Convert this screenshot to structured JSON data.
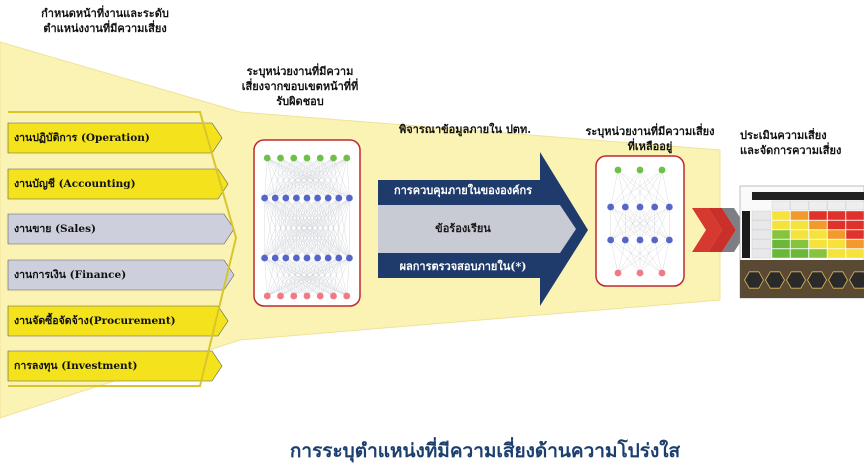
{
  "labels": {
    "top_left": "กำหนดหน้าที่งานและระดับ\nตำแหน่งงานที่มีความเสี่ยง",
    "step1": "ระบุหน่วยงานที่มีความ\nเสี่ยงจากขอบเขตหน้าที่ที่\nรับผิดชอบ",
    "step2": "พิจารณาข้อมูลภายใน ปตท.",
    "step3": "ระบุหน่วยงานที่มีความเสี่ยง\nที่เหลืออยู่",
    "step4": "ประเมินความเสี่ยง\nและจัดการความเสี่ยง"
  },
  "departments": [
    "งานปฏิบัติการ (Operation)",
    "งานบัญชี (Accounting)",
    "งานขาย (Sales)",
    "งานการเงิน (Finance)",
    "งานจัดซื้อจัดจ้าง(Procurement)",
    "การลงทุน (Investment)"
  ],
  "inputs": [
    "การควบคุมภายในขององค์กร",
    "ข้อร้องเรียน",
    "ผลการตรวจสอบภายใน(*)"
  ],
  "footer": "การระบุตำแหน่งที่มีความเสี่ยงด้านความโปร่งใส",
  "colors": {
    "funnel": "#fbf3b4",
    "dept_yellow": "#f4e31c",
    "dept_gray": "#cdd0dc",
    "navy": "#1f3b6b",
    "gray_arrow": "#c8cad4",
    "chevron_red": "#d6392f",
    "chevron_gray": "#7d7f85",
    "node_green": "#6fc049",
    "node_blue": "#5566c8",
    "node_pink": "#ef7a84",
    "box_border": "#c0282f",
    "footer_text": "#1c3f6e"
  }
}
